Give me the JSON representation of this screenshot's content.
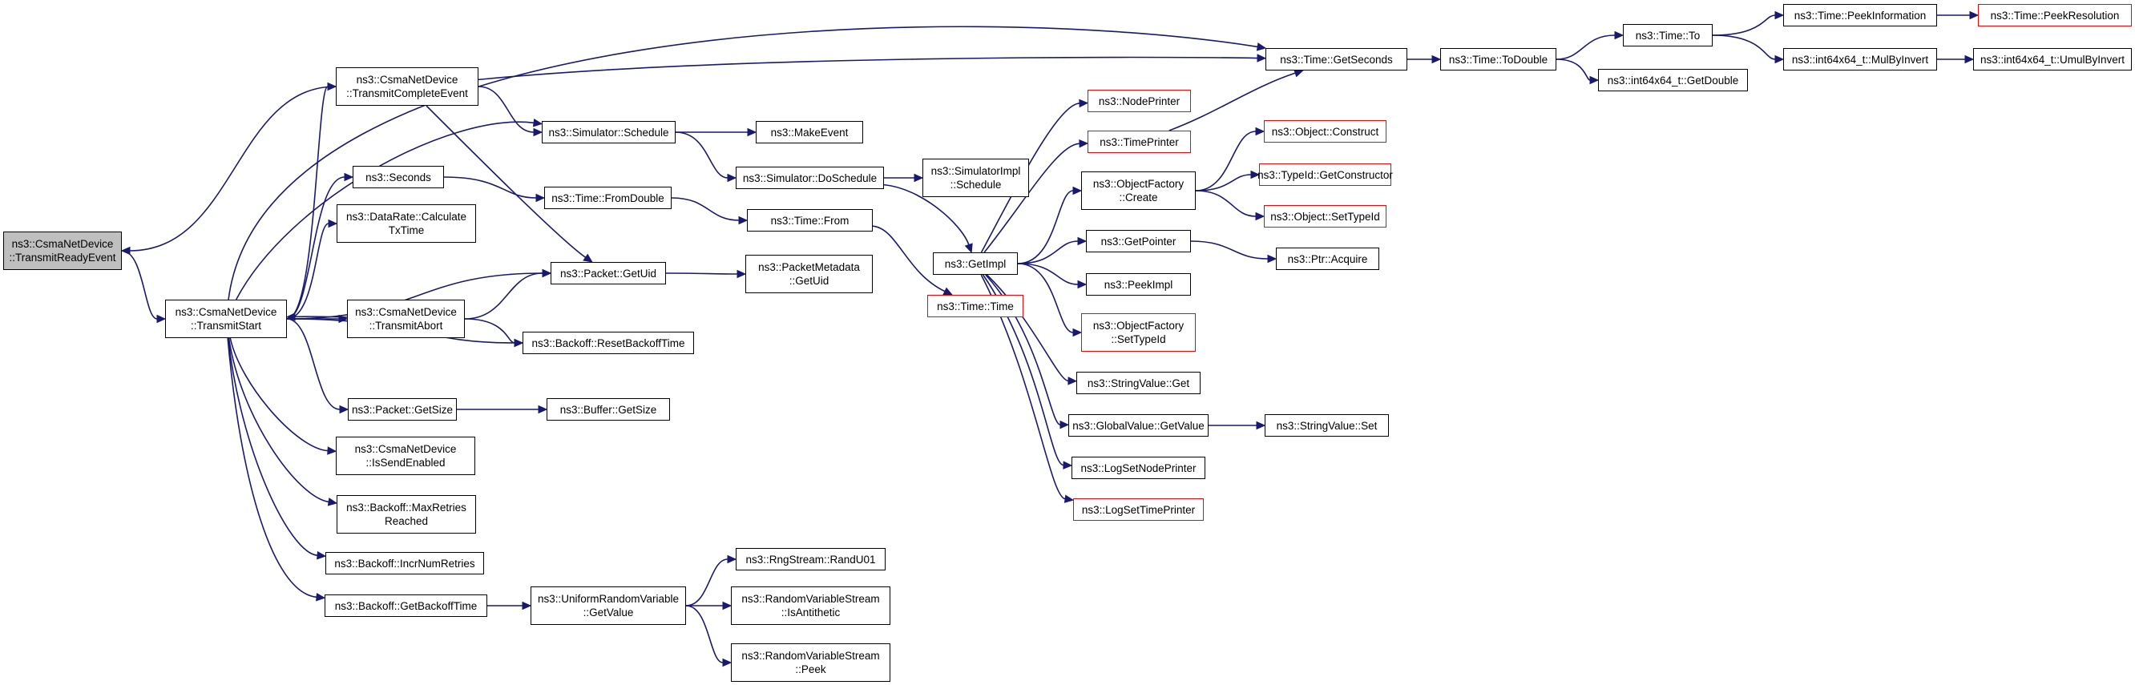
{
  "colors": {
    "edge": "#191970",
    "truncated_border": "#ff0000",
    "root_fill": "#bfbfbf"
  },
  "nodes": [
    {
      "id": "tre",
      "l1": "ns3::CsmaNetDevice",
      "l2": "::TransmitReadyEvent",
      "root": true
    },
    {
      "id": "ts",
      "l1": "ns3::CsmaNetDevice",
      "l2": "::TransmitStart"
    },
    {
      "id": "tce",
      "l1": "ns3::CsmaNetDevice",
      "l2": "::TransmitCompleteEvent"
    },
    {
      "id": "sec",
      "l1": "ns3::Seconds"
    },
    {
      "id": "drc",
      "l1": "ns3::DataRate::Calculate",
      "l2": "TxTime"
    },
    {
      "id": "ta",
      "l1": "ns3::CsmaNetDevice",
      "l2": "::TransmitAbort"
    },
    {
      "id": "pgs",
      "l1": "ns3::Packet::GetSize"
    },
    {
      "id": "ise",
      "l1": "ns3::CsmaNetDevice",
      "l2": "::IsSendEnabled"
    },
    {
      "id": "mrr",
      "l1": "ns3::Backoff::MaxRetries",
      "l2": "Reached"
    },
    {
      "id": "inr",
      "l1": "ns3::Backoff::IncrNumRetries"
    },
    {
      "id": "gbt",
      "l1": "ns3::Backoff::GetBackoffTime"
    },
    {
      "id": "ssch",
      "l1": "ns3::Simulator::Schedule"
    },
    {
      "id": "tfd",
      "l1": "ns3::Time::FromDouble"
    },
    {
      "id": "pgu",
      "l1": "ns3::Packet::GetUid"
    },
    {
      "id": "rbt",
      "l1": "ns3::Backoff::ResetBackoffTime"
    },
    {
      "id": "bgs",
      "l1": "ns3::Buffer::GetSize"
    },
    {
      "id": "urv",
      "l1": "ns3::UniformRandomVariable",
      "l2": "::GetValue"
    },
    {
      "id": "me",
      "l1": "ns3::MakeEvent"
    },
    {
      "id": "sds",
      "l1": "ns3::Simulator::DoSchedule"
    },
    {
      "id": "tfr",
      "l1": "ns3::Time::From"
    },
    {
      "id": "pmg",
      "l1": "ns3::PacketMetadata",
      "l2": "::GetUid"
    },
    {
      "id": "rngu",
      "l1": "ns3::RngStream::RandU01"
    },
    {
      "id": "rvsa",
      "l1": "ns3::RandomVariableStream",
      "l2": "::IsAntithetic"
    },
    {
      "id": "rvsp",
      "l1": "ns3::RandomVariableStream",
      "l2": "::Peek"
    },
    {
      "id": "sis",
      "l1": "ns3::SimulatorImpl",
      "l2": "::Schedule"
    },
    {
      "id": "gi",
      "l1": "ns3::GetImpl"
    },
    {
      "id": "tt",
      "l1": "ns3::Time::Time",
      "trunc": true
    },
    {
      "id": "np",
      "l1": "ns3::NodePrinter",
      "trunc": true
    },
    {
      "id": "tp",
      "l1": "ns3::TimePrinter",
      "trunc": true
    },
    {
      "id": "ofc",
      "l1": "ns3::ObjectFactory",
      "l2": "::Create"
    },
    {
      "id": "gp",
      "l1": "ns3::GetPointer"
    },
    {
      "id": "pi",
      "l1": "ns3::PeekImpl"
    },
    {
      "id": "ofs",
      "l1": "ns3::ObjectFactory",
      "l2": "::SetTypeId",
      "trunc": true
    },
    {
      "id": "svg",
      "l1": "ns3::StringValue::Get"
    },
    {
      "id": "gvg",
      "l1": "ns3::GlobalValue::GetValue"
    },
    {
      "id": "lsnp",
      "l1": "ns3::LogSetNodePrinter"
    },
    {
      "id": "lstp",
      "l1": "ns3::LogSetTimePrinter",
      "trunc": true
    },
    {
      "id": "tgs",
      "l1": "ns3::Time::GetSeconds"
    },
    {
      "id": "oc",
      "l1": "ns3::Object::Construct",
      "trunc": true
    },
    {
      "id": "tgc",
      "l1": "ns3::TypeId::GetConstructor",
      "trunc": true
    },
    {
      "id": "ost",
      "l1": "ns3::Object::SetTypeId",
      "trunc": true
    },
    {
      "id": "pa",
      "l1": "ns3::Ptr::Acquire"
    },
    {
      "id": "svs",
      "l1": "ns3::StringValue::Set"
    },
    {
      "id": "ttd",
      "l1": "ns3::Time::ToDouble"
    },
    {
      "id": "ttt",
      "l1": "ns3::Time::To"
    },
    {
      "id": "igd",
      "l1": "ns3::int64x64_t::GetDouble"
    },
    {
      "id": "tpi",
      "l1": "ns3::Time::PeekInformation"
    },
    {
      "id": "imi",
      "l1": "ns3::int64x64_t::MulByInvert"
    },
    {
      "id": "tpr",
      "l1": "ns3::Time::PeekResolution",
      "trunc": true
    },
    {
      "id": "iumi",
      "l1": "ns3::int64x64_t::UmulByInvert"
    }
  ],
  "edges": [
    [
      "tre",
      "ts"
    ],
    [
      "tce",
      "tre"
    ],
    [
      "ts",
      "tce"
    ],
    [
      "ts",
      "ssch"
    ],
    [
      "ts",
      "sec"
    ],
    [
      "ts",
      "drc"
    ],
    [
      "ts",
      "pgu"
    ],
    [
      "ts",
      "ta"
    ],
    [
      "ts",
      "rbt"
    ],
    [
      "ts",
      "pgs"
    ],
    [
      "ts",
      "ise"
    ],
    [
      "ts",
      "mrr"
    ],
    [
      "ts",
      "inr"
    ],
    [
      "ts",
      "gbt"
    ],
    [
      "ts",
      "tgs"
    ],
    [
      "tce",
      "ssch"
    ],
    [
      "tce",
      "pgu"
    ],
    [
      "tce",
      "tgs"
    ],
    [
      "ta",
      "ts"
    ],
    [
      "ta",
      "pgu"
    ],
    [
      "ta",
      "rbt"
    ],
    [
      "sec",
      "tfd"
    ],
    [
      "tfd",
      "tfr"
    ],
    [
      "tfr",
      "tt"
    ],
    [
      "pgu",
      "pmg"
    ],
    [
      "pgs",
      "bgs"
    ],
    [
      "gbt",
      "urv"
    ],
    [
      "urv",
      "rngu"
    ],
    [
      "urv",
      "rvsa"
    ],
    [
      "urv",
      "rvsp"
    ],
    [
      "ssch",
      "me"
    ],
    [
      "ssch",
      "sds"
    ],
    [
      "sds",
      "sis"
    ],
    [
      "sds",
      "gi"
    ],
    [
      "gi",
      "np"
    ],
    [
      "gi",
      "tp"
    ],
    [
      "gi",
      "ofc"
    ],
    [
      "gi",
      "gp"
    ],
    [
      "gi",
      "pi"
    ],
    [
      "gi",
      "ofs"
    ],
    [
      "gi",
      "svg"
    ],
    [
      "gi",
      "gvg"
    ],
    [
      "gi",
      "lsnp"
    ],
    [
      "gi",
      "lstp"
    ],
    [
      "tp",
      "tgs"
    ],
    [
      "ofc",
      "oc"
    ],
    [
      "ofc",
      "tgc"
    ],
    [
      "ofc",
      "ost"
    ],
    [
      "gp",
      "pa"
    ],
    [
      "gvg",
      "svs"
    ],
    [
      "tgs",
      "ttd"
    ],
    [
      "ttd",
      "ttt"
    ],
    [
      "ttd",
      "igd"
    ],
    [
      "ttt",
      "tpi"
    ],
    [
      "ttt",
      "imi"
    ],
    [
      "tpi",
      "tpr"
    ],
    [
      "imi",
      "iumi"
    ]
  ]
}
